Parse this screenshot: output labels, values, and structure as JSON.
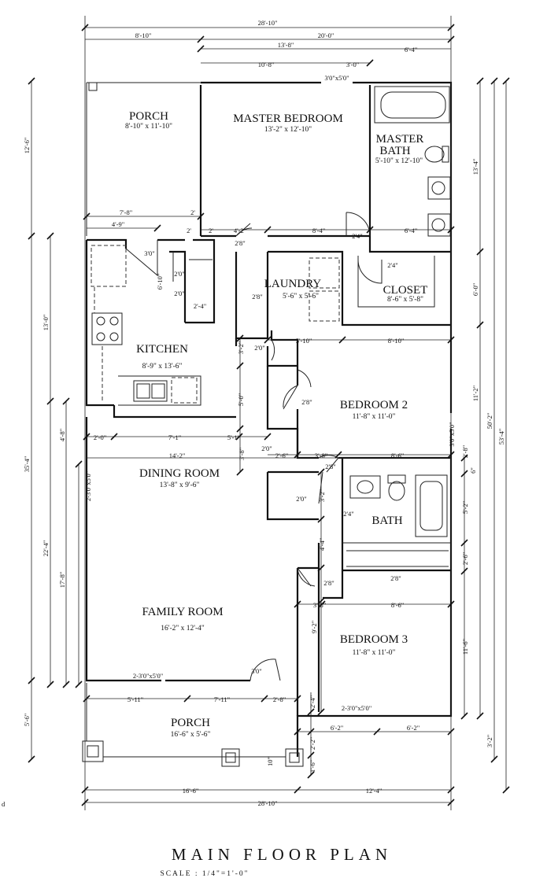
{
  "title": "MAIN FLOOR PLAN",
  "scale": "SCALE : 1/4\"=1'-0\"",
  "corner_mark": "d",
  "rooms": {
    "porch_top": {
      "name": "PORCH",
      "size": "8'-10\" x 11'-10\""
    },
    "master_bedroom": {
      "name": "MASTER BEDROOM",
      "size": "13'-2\" x 12'-10\""
    },
    "master_bath": {
      "name1": "MASTER",
      "name2": "BATH",
      "size": "5'-10\" x 12'-10\""
    },
    "laundry": {
      "name": "LAUNDRY",
      "size": "5'-6\" x 5'-6\""
    },
    "closet": {
      "name": "CLOSET",
      "size": "8'-6\" x 5'-8\""
    },
    "kitchen": {
      "name": "KITCHEN",
      "size": "8'-9\" x 13'-6\""
    },
    "bedroom2": {
      "name": "BEDROOM 2",
      "size": "11'-8\" x 11'-0\""
    },
    "dining": {
      "name": "DINING ROOM",
      "size": "13'-8\" x 9'-6\""
    },
    "bath": {
      "name": "BATH"
    },
    "family": {
      "name": "FAMILY ROOM",
      "size": "16'-2\" x 12'-4\""
    },
    "bedroom3": {
      "name": "BEDROOM 3",
      "size": "11'-8\" x 11'-0\""
    },
    "porch_bottom": {
      "name": "PORCH",
      "size": "16'-6\" x 5'-6\""
    }
  },
  "dimensions": {
    "top_overall": "28'-10\"",
    "top_left": "8'-10\"",
    "top_right": "20'-0\"",
    "top_a": "13'-8\"",
    "top_b": "6'-4\"",
    "top_c": "10'-8\"",
    "top_d": "3'-0\"",
    "win_top": "3'0\"x5'0\"",
    "k_a": "7'-8\"",
    "k_b": "2'",
    "k_c": "4'-9\"",
    "k_d": "2'",
    "k_e": "2'",
    "k_f": "4'-2\"",
    "k_g": "8'-4\"",
    "k_h": "2'4\"",
    "k_i": "6'-4\"",
    "door_3_0": "3'0\"",
    "door_2_0a": "2'0\"",
    "door_2_0b": "2'0\"",
    "d_6_10": "6'-10\"",
    "d_2_4": "2'-4\"",
    "door_2_8a": "2'8\"",
    "door_2_8b": "2'8\"",
    "door_2_4a": "2'4\"",
    "mid_5_10": "5'-10\"",
    "mid_8_10": "8'-10\"",
    "v_3_2": "3'-2\"",
    "door_2_0c": "2'0\"",
    "v_5_0": "5'-0\"",
    "door_2_8c": "2'8\"",
    "l_4_8": "4'-8\"",
    "l_2_0": "2'-0\"",
    "l_7_1": "7'-1\"",
    "l_5_1": "5'-1\"",
    "v_3_8": "3'-8\"",
    "door_2_0d": "2'0\"",
    "l_2_6": "2'-6\"",
    "l_3_8": "3'-8\"",
    "l_8_6": "8'-6\"",
    "l_14_2": "14'-2\"",
    "win_b2": "3'0\"x5'0\"",
    "r_2_8": "2'-8\"",
    "r_6": "6\"",
    "win_dining": "2-3'0\"x5'0\"",
    "door_2_8d": "2'8\"",
    "v_3_2b": "3'-2\"",
    "door_2_0e": "2'0\"",
    "door_2_4b": "2'4\"",
    "v_4_4": "4'-4\"",
    "r_5_2": "5'-2\"",
    "r_2_6": "2'-6\"",
    "door_2_8e": "2'8\"",
    "door_2_8f": "2'8\"",
    "b3_3_8": "3'-8\"",
    "b3_8_6": "8'-6\"",
    "v_9_2": "9'-2\"",
    "r_11_6": "11'-6\"",
    "door_3_0b": "3'0\"",
    "win_family": "2-3'0\"x5'0\"",
    "f_5_11": "5'-11\"",
    "f_7_11": "7'-11\"",
    "f_2_8": "2'-8\"",
    "v_2_4": "2'-4\"",
    "win_b3": "2-3'0\"x5'0\"",
    "p_6_2a": "6'-2\"",
    "p_6_2b": "6'-2\"",
    "v_2_2": "2'-2\"",
    "v_1_6": "1'-6\"",
    "post_10": "10\"",
    "b_16_6": "16'-6\"",
    "b_12_4": "12'-4\"",
    "bottom_overall": "28'-10\"",
    "left_12_6": "12'-6\"",
    "left_35_4": "35'-4\"",
    "left_5_6": "5'-6\"",
    "left_13_0": "13'-0\"",
    "left_22_4": "22'-4\"",
    "left_17_8": "17'-8\"",
    "right_13_4": "13'-4\"",
    "right_6_0": "6'-0\"",
    "right_11_2": "11'-2\"",
    "right_50_2": "50'-2\"",
    "right_53_4": "53'-4\"",
    "right_3_2": "3'-2\""
  }
}
